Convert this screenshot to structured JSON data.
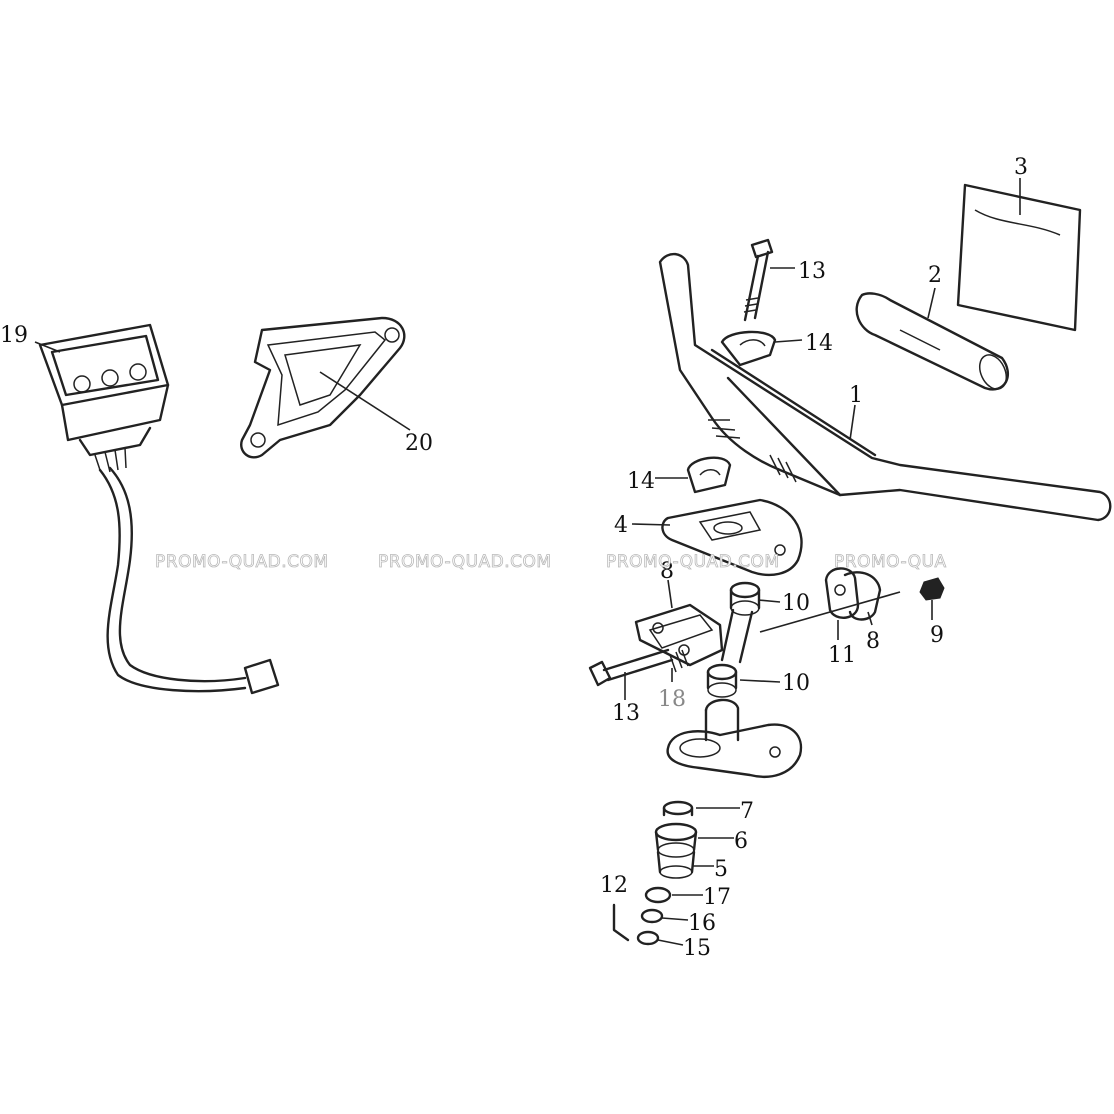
{
  "diagram": {
    "callouts": {
      "c1": "1",
      "c2": "2",
      "c3": "3",
      "c4": "4",
      "c5": "5",
      "c6": "6",
      "c7": "7",
      "c8a": "8",
      "c8b": "8",
      "c9": "9",
      "c10a": "10",
      "c10b": "10",
      "c11": "11",
      "c12": "12",
      "c13a": "13",
      "c13b": "13",
      "c14a": "14",
      "c14b": "14",
      "c15": "15",
      "c16": "16",
      "c17": "17",
      "c18": "18",
      "c19": "19",
      "c20": "20"
    },
    "watermarks": [
      "PROMO-QUAD.COM",
      "PROMO-QUAD.COM",
      "PROMO-QUAD.COM",
      "PROMO-QUA"
    ]
  }
}
